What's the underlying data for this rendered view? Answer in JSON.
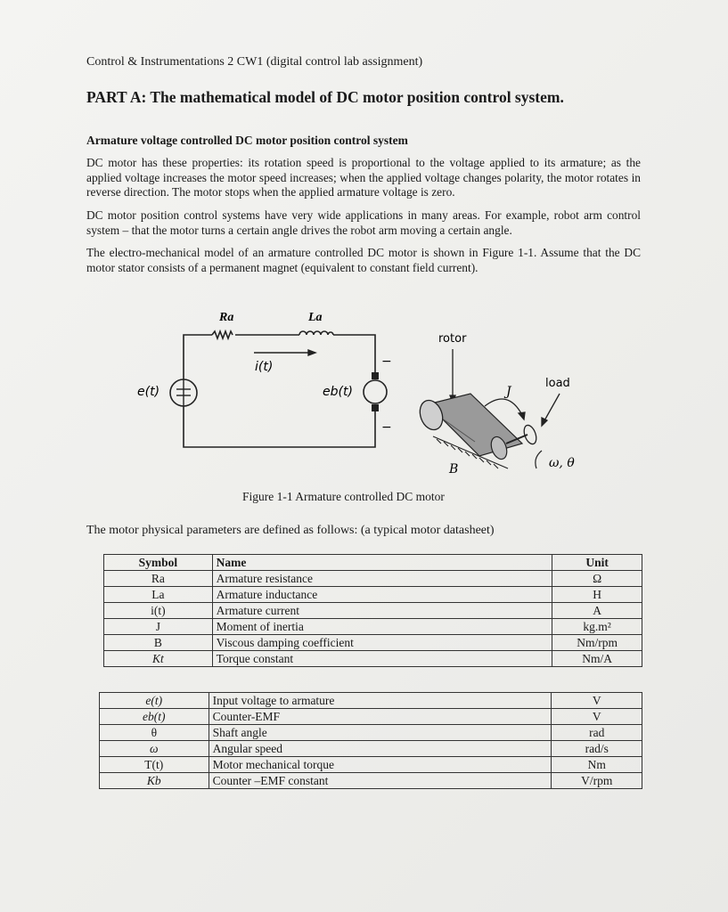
{
  "header": {
    "course_line": "Control & Instrumentations 2 CW1 (digital control lab assignment)",
    "part_title": "PART A: The mathematical model of DC motor position control system."
  },
  "section": {
    "heading": "Armature voltage controlled DC motor position control system",
    "paragraphs": [
      "DC motor has these properties: its rotation speed is proportional to the voltage applied to its armature; as the applied voltage increases the motor speed increases; when the applied voltage changes polarity, the motor rotates in reverse direction. The motor stops when the applied armature voltage is zero.",
      "DC motor position control systems have very wide applications in many areas. For example, robot arm control system – that the motor turns a certain angle drives the robot arm moving a certain angle.",
      "The electro-mechanical model of an armature controlled DC motor is shown in Figure 1-1. Assume that the DC motor stator consists of a permanent magnet (equivalent to constant field current)."
    ]
  },
  "figure": {
    "labels": {
      "ra": "Ra",
      "la": "La",
      "current": "i(t)",
      "source": "e(t)",
      "back_emf": "eb(t)",
      "rotor": "rotor",
      "load": "load",
      "inertia": "J",
      "damping": "B",
      "omega_theta": "ω, θ",
      "minus_top": "−",
      "minus_bottom": "−"
    },
    "caption": "Figure 1-1   Armature controlled DC motor"
  },
  "params_intro": "The motor physical parameters are defined as follows: (a typical motor datasheet)",
  "table1": {
    "headers": {
      "symbol": "Symbol",
      "name": "Name",
      "unit": "Unit"
    },
    "rows": [
      {
        "symbol": "Ra",
        "name": "Armature resistance",
        "unit": "Ω"
      },
      {
        "symbol": "La",
        "name": "Armature inductance",
        "unit": "H"
      },
      {
        "symbol": "i(t)",
        "name": "Armature current",
        "unit": "A"
      },
      {
        "symbol": "J",
        "name": "Moment of inertia",
        "unit": "kg.m²"
      },
      {
        "symbol": "B",
        "name": "Viscous damping coefficient",
        "unit": "Nm/rpm"
      },
      {
        "symbol": "Kt",
        "name": "Torque constant",
        "unit": "Nm/A"
      }
    ]
  },
  "table2": {
    "rows": [
      {
        "symbol": "e(t)",
        "name": "Input voltage to armature",
        "unit": "V"
      },
      {
        "symbol": "eb(t)",
        "name": "Counter-EMF",
        "unit": "V"
      },
      {
        "symbol": "θ",
        "name": "Shaft angle",
        "unit": "rad"
      },
      {
        "symbol": "ω",
        "name": "Angular speed",
        "unit": "rad/s"
      },
      {
        "symbol": "T(t)",
        "name": "Motor mechanical torque",
        "unit": "Nm"
      },
      {
        "symbol": "Kb",
        "name": "Counter –EMF constant",
        "unit": "V/rpm"
      }
    ]
  }
}
